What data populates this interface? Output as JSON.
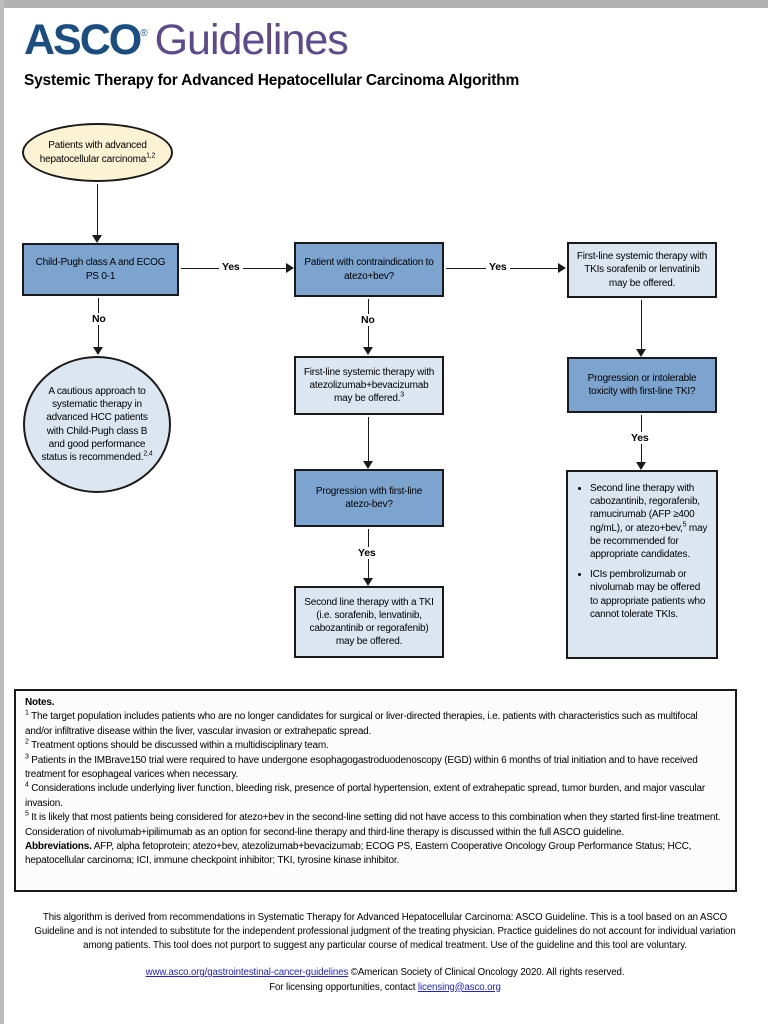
{
  "colors": {
    "asco_navy": "#1b4e80",
    "guidelines_purple": "#5d4a8c",
    "decision_fill": "#7da4cf",
    "action_fill": "#dce6f1",
    "start_fill": "#fcf3d5",
    "link_blue": "#2222cc",
    "border_dark": "#1a1a1a"
  },
  "header": {
    "logo_asco": "ASCO",
    "logo_reg": "®",
    "logo_guidelines": "Guidelines",
    "title": "Systemic Therapy for Advanced Hepatocellular Carcinoma Algorithm"
  },
  "flow": {
    "start": {
      "text": "Patients with advanced hepatocellular carcinoma",
      "sup": "1,2"
    },
    "child_pugh": {
      "text": "Child-Pugh class A and ECOG PS 0-1"
    },
    "contraindication": {
      "text": "Patient with contraindication to atezo+bev?"
    },
    "first_line_tki": {
      "text": "First-line systemic therapy with TKIs sorafenib or lenvatinib may be offered."
    },
    "cautious": {
      "text": "A cautious approach to systematic therapy in advanced HCC patients with Child-Pugh class B and good performance status is recommended.",
      "sup": "2,4"
    },
    "first_line_atezo": {
      "text": "First-line systemic therapy with atezolizumab+bevacizumab may be offered.",
      "sup": "3"
    },
    "progression_atezo": {
      "text": "Progression with first-line atezo-bev?"
    },
    "second_line_tki": {
      "text": "Second line therapy with a TKI (i.e. sorafenib, lenvatinib, cabozantinib or regorafenib) may be offered."
    },
    "progression_tki": {
      "text": "Progression or intolerable toxicity with first-line TKI?"
    },
    "second_line_options": {
      "bullet1_pre": "Second line therapy with cabozantinib, regorafenib, ramucirumab (AFP ≥400 ng/mL), or atezo+bev,",
      "bullet1_sup": "5",
      "bullet1_post": " may be recommended for appropriate candidates.",
      "bullet2": "ICIs pembrolizumab or nivolumab may be offered to appropriate patients who cannot tolerate TKIs."
    },
    "labels": {
      "yes1": "Yes",
      "yes2": "Yes",
      "no1": "No",
      "no2": "No",
      "yes3": "Yes",
      "yes4": "Yes"
    }
  },
  "notes": {
    "heading": "Notes.",
    "items": [
      {
        "sup": "1",
        "text": " The target population includes patients who are no longer candidates for surgical or liver-directed therapies, i.e. patients with characteristics such as multifocal and/or infiltrative disease within the liver, vascular invasion or extrahepatic spread."
      },
      {
        "sup": "2",
        "text": " Treatment options should be discussed within a multidisciplinary team."
      },
      {
        "sup": "3",
        "text": " Patients in the IMBrave150 trial were required to have undergone esophagogastroduodenoscopy (EGD) within 6 months of trial initiation and to have received treatment for esophageal varices when necessary."
      },
      {
        "sup": "4",
        "text": " Considerations include underlying liver function, bleeding risk, presence of portal hypertension, extent of extrahepatic spread, tumor burden, and major vascular invasion."
      },
      {
        "sup": "5",
        "text": " It is likely that most patients being considered for atezo+bev in the second-line setting did not have access to this combination when they started first-line treatment. Consideration of nivolumab+ipilimumab as an option for second-line therapy and third-line therapy is discussed within the full ASCO guideline."
      }
    ],
    "abbreviations_label": "Abbreviations.",
    "abbreviations_text": " AFP, alpha fetoprotein; atezo+bev, atezolizumab+bevacizumab; ECOG PS, Eastern Cooperative Oncology Group Performance Status; HCC, hepatocellular carcinoma; ICI, immune checkpoint inhibitor; TKI, tyrosine kinase inhibitor."
  },
  "disclaimer": "This algorithm is derived from recommendations in Systematic Therapy for Advanced Hepatocellular Carcinoma: ASCO Guideline. This is a tool based on an ASCO Guideline and is not intended to substitute for the independent professional judgment of the treating physician. Practice guidelines do not account for individual variation among patients. This tool does not purport to suggest any particular course of medical treatment. Use of the guideline and this tool are voluntary.",
  "footer": {
    "link1": "www.asco.org/gastrointestinal-cancer-guidelines",
    "copyright": " ©American Society of Clinical Oncology 2020.  All rights reserved.",
    "licensing_pre": "For licensing opportunities, contact ",
    "link2": "licensing@asco.org"
  }
}
